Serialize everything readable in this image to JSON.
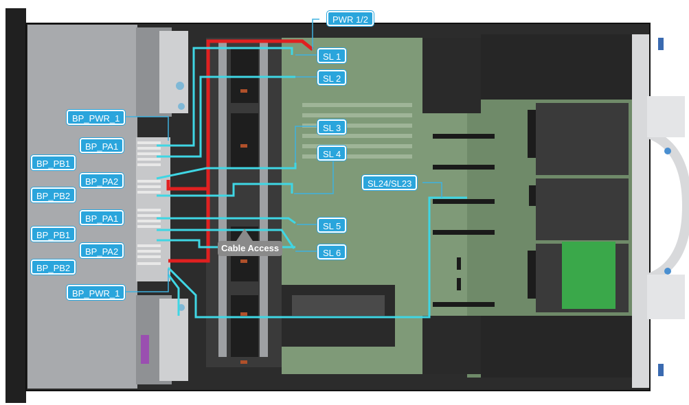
{
  "diagram": {
    "labels": {
      "pwr12": "PWR 1/2",
      "sl1": "SL 1",
      "sl2": "SL 2",
      "sl3": "SL 3",
      "sl4": "SL 4",
      "sl5": "SL 5",
      "sl6": "SL 6",
      "sl24_23": "SL24/SL23",
      "bp_pwr_1_top": "BP_PWR_1",
      "bp_pa1_a": "BP_PA1",
      "bp_pb1_a": "BP_PB1",
      "bp_pa2_a": "BP_PA2",
      "bp_pb2_a": "BP_PB2",
      "bp_pa1_b": "BP_PA1",
      "bp_pb1_b": "BP_PB1",
      "bp_pa2_b": "BP_PA2",
      "bp_pb2_b": "BP_PB2",
      "bp_pwr_1_bottom": "BP_PWR_1",
      "cable_access": "Cable Access"
    },
    "colors": {
      "signal_cable": "#3fd6e4",
      "power_cable": "#e02020",
      "label_bg": "#2aa5dc",
      "board_green": "#7f9a78",
      "chassis_gray": "#a9abae"
    }
  }
}
